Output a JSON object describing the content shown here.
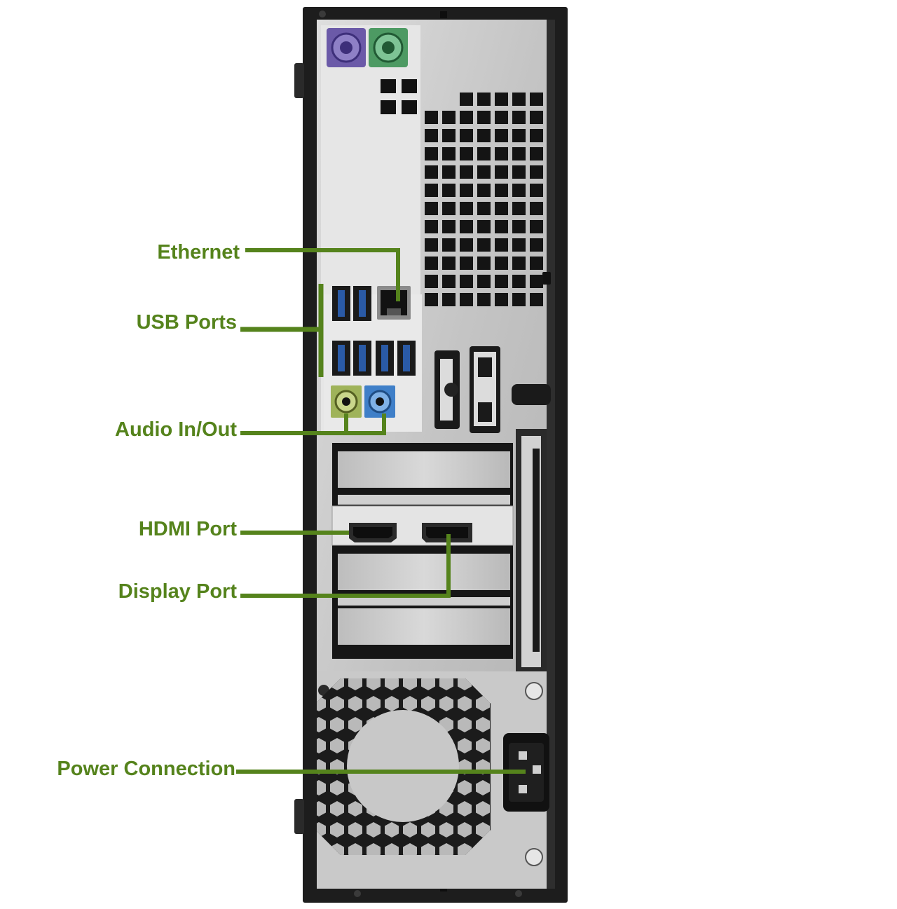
{
  "colors": {
    "callout": "#55831c",
    "chassis": "#1d1d1d",
    "panel": "#cfcfcf",
    "io_plate": "#e3e3e3",
    "usb_blue": "#2a5aa6",
    "audio_green": "#9fb35a",
    "audio_blue": "#3f7fc8",
    "ps2_purple": "#6b5aa8",
    "ps2_green": "#4d9a63"
  },
  "callouts": [
    {
      "id": "ethernet",
      "label": "Ethernet"
    },
    {
      "id": "usb",
      "label": "USB Ports"
    },
    {
      "id": "audio",
      "label": "Audio In/Out"
    },
    {
      "id": "hdmi",
      "label": "HDMI Port"
    },
    {
      "id": "displayport",
      "label": "Display Port"
    },
    {
      "id": "power",
      "label": "Power Connection"
    }
  ],
  "icons": [
    "ps2-keyboard-port-icon",
    "ps2-mouse-port-icon",
    "usb-port-icon",
    "ethernet-port-icon",
    "audio-jack-icon",
    "hdmi-port-icon",
    "displayport-port-icon",
    "power-socket-icon",
    "fan-grille-icon",
    "vent-grille-icon"
  ]
}
